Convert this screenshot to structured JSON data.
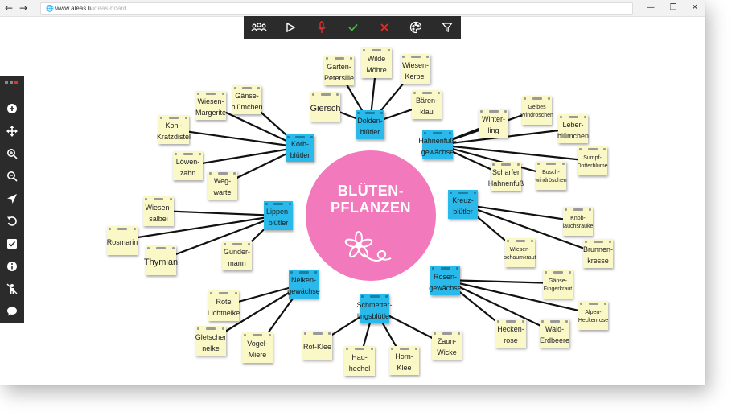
{
  "browser": {
    "url_domain": "www.aleas.li",
    "url_path": "/ideas-board",
    "back_label": "←",
    "forward_label": "→",
    "minimize_label": "—",
    "restore_label": "❐",
    "close_label": "✕"
  },
  "colors": {
    "toolbar_bg": "#2b2b2b",
    "category_blue": "#29b9ea",
    "note_yellow": "#fbf8c8",
    "center_pink": "#f279bb",
    "approve_green": "#3fbf3f",
    "reject_red": "#e0302c"
  },
  "top_toolbar": {
    "tools": [
      {
        "name": "group-icon"
      },
      {
        "name": "play-icon"
      },
      {
        "name": "microphone-icon"
      },
      {
        "name": "check-icon"
      },
      {
        "name": "cross-icon"
      },
      {
        "name": "palette-icon"
      },
      {
        "name": "filter-icon"
      }
    ]
  },
  "left_toolbar": {
    "tools": [
      {
        "name": "add-icon"
      },
      {
        "name": "move-icon"
      },
      {
        "name": "zoom-in-icon"
      },
      {
        "name": "zoom-out-icon"
      },
      {
        "name": "navigate-icon"
      },
      {
        "name": "undo-icon"
      },
      {
        "name": "checkbox-icon"
      },
      {
        "name": "info-icon"
      },
      {
        "name": "person-off-icon"
      },
      {
        "name": "chat-icon"
      }
    ]
  },
  "center": {
    "title": "BLÜTEN-\nPFLANZEN"
  },
  "categories": [
    {
      "id": "korb",
      "label": "Korb-\nblütler",
      "children": [
        {
          "label": "Gänse-\nblümchen"
        },
        {
          "label": "Wiesen-\nMargerite"
        },
        {
          "label": "Kohl-\nKratzdistel"
        },
        {
          "label": "Löwen-\nzahn"
        },
        {
          "label": "Weg-\nwarte"
        }
      ]
    },
    {
      "id": "dolden",
      "label": "Dolden-\nblütler",
      "children": [
        {
          "label": "Giersch"
        },
        {
          "label": "Garten-\nPetersilie"
        },
        {
          "label": "Wilde\nMöhre"
        },
        {
          "label": "Wiesen-\nKerbel"
        },
        {
          "label": "Bären-\nklau"
        }
      ]
    },
    {
      "id": "hahnenfuss",
      "label": "Hahnenfuß-\ngewächse",
      "children": [
        {
          "label": "Winter-\nling"
        },
        {
          "label": "Gelbes\nWindröschen"
        },
        {
          "label": "Leber-\nblümchen"
        },
        {
          "label": "Sumpf-\nDotterblume"
        },
        {
          "label": "Busch-\nwindröschen"
        },
        {
          "label": "Scharfer\nHahnenfuß"
        }
      ]
    },
    {
      "id": "lippen",
      "label": "Lippen-\nblütler",
      "children": [
        {
          "label": "Wiesen-\nsalbei"
        },
        {
          "label": "Rosmarin"
        },
        {
          "label": "Thymian"
        },
        {
          "label": "Gunder-\nmann"
        }
      ]
    },
    {
      "id": "kreuz",
      "label": "Kreuz-\nblütler",
      "children": [
        {
          "label": "Knob-\nlauchsrauke"
        },
        {
          "label": "Brunnen-\nkresse"
        },
        {
          "label": "Wiesen-\nschaumkraut"
        }
      ]
    },
    {
      "id": "nelken",
      "label": "Nelken-\ngewächse",
      "children": [
        {
          "label": "Rote\nLichtnelke"
        },
        {
          "label": "Gletscher\nnelke"
        },
        {
          "label": "Vogel-\nMiere"
        }
      ]
    },
    {
      "id": "schmetter",
      "label": "Schmetter-\nlingsblütler",
      "children": [
        {
          "label": "Rot-Klee"
        },
        {
          "label": "Hau-\nhechel"
        },
        {
          "label": "Horn-\nKlee"
        },
        {
          "label": "Zaun-\nWicke"
        }
      ]
    },
    {
      "id": "rosen",
      "label": "Rosen-\ngewächse",
      "children": [
        {
          "label": "Gänse-\nFingerkraut"
        },
        {
          "label": "Alpen-\nHeckenrose"
        },
        {
          "label": "Wald-\nErdbeere"
        },
        {
          "label": "Hecken-\nrose"
        }
      ]
    }
  ]
}
